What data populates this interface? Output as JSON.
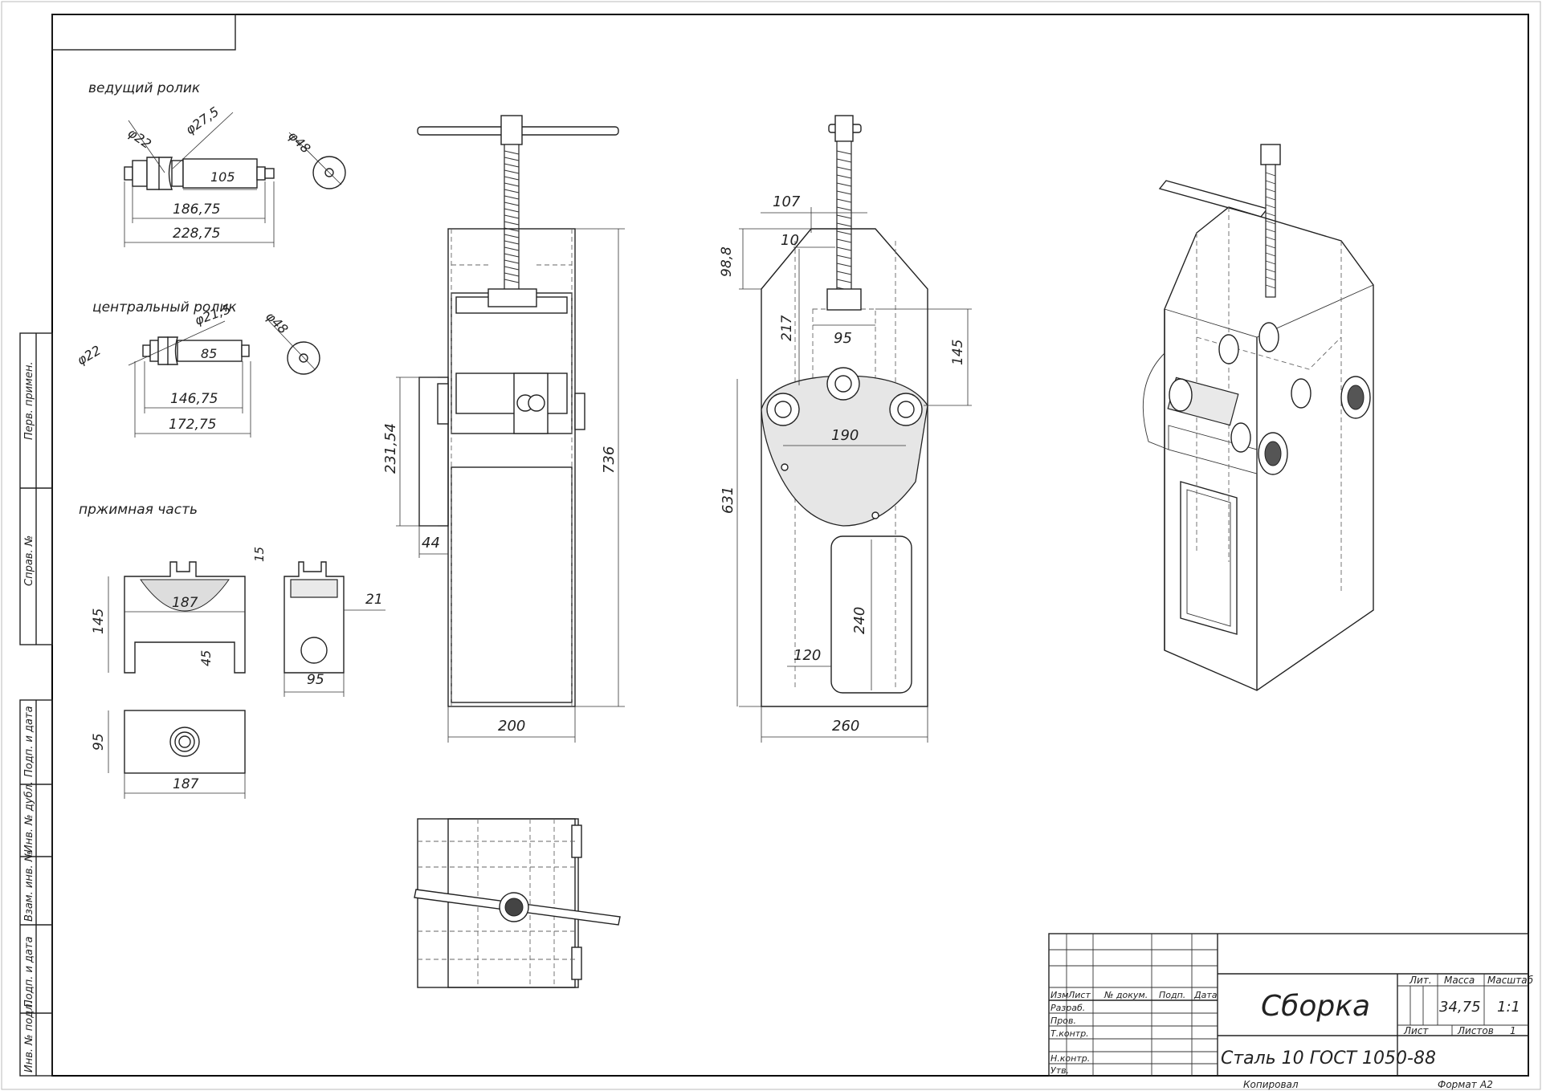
{
  "labels": {
    "drive_roller": "ведущий ролик",
    "central_roller": "центральный ролик",
    "clamp_part": "пржимная часть"
  },
  "dims": {
    "d22a": "φ22",
    "d275": "φ27,5",
    "d48a": "φ48",
    "d105": "105",
    "d18675": "186,75",
    "d22875": "228,75",
    "d22b": "φ22",
    "d215": "φ21,5",
    "d48b": "φ48",
    "d85": "85",
    "d14675": "146,75",
    "d17275": "172,75",
    "d15": "15",
    "d187a": "187",
    "d145a": "145",
    "d45": "45",
    "d21": "21",
    "d95a": "95",
    "d95b": "95",
    "d187b": "187",
    "d23154": "231,54",
    "d736": "736",
    "d44": "44",
    "d200": "200",
    "d107": "107",
    "d10": "10",
    "d988": "98,8",
    "d217": "217",
    "d95c": "95",
    "d145b": "145",
    "d190": "190",
    "d631": "631",
    "d240": "240",
    "d120": "120",
    "d260": "260"
  },
  "side_stamp": [
    "Перв. примен.",
    "Справ. №",
    "Подп. и дата",
    "Инв. № дубл.",
    "Взам. инв. №",
    "Подп. и дата",
    "Инв. № подл."
  ],
  "title_block": {
    "col_izm": "Изм",
    "col_list": "Лист",
    "col_docnum": "№ докум.",
    "col_sign": "Подп.",
    "col_date": "Дата",
    "row_razrab": "Разраб.",
    "row_prov": "Пров.",
    "row_tkontr": "Т.контр.",
    "row_nkontr": "Н.контр.",
    "row_utv": "Утв.",
    "name": "Сборка",
    "material": "Сталь 10  ГОСТ 1050-88",
    "lit_label": "Лит.",
    "mass_label": "Масса",
    "scale_label": "Масштаб",
    "mass": "34,75",
    "scale": "1:1",
    "sheet_label": "Лист",
    "sheets_label": "Листов",
    "sheets": "1",
    "copied": "Копировал",
    "format_label": "Формат",
    "format": "A2"
  }
}
